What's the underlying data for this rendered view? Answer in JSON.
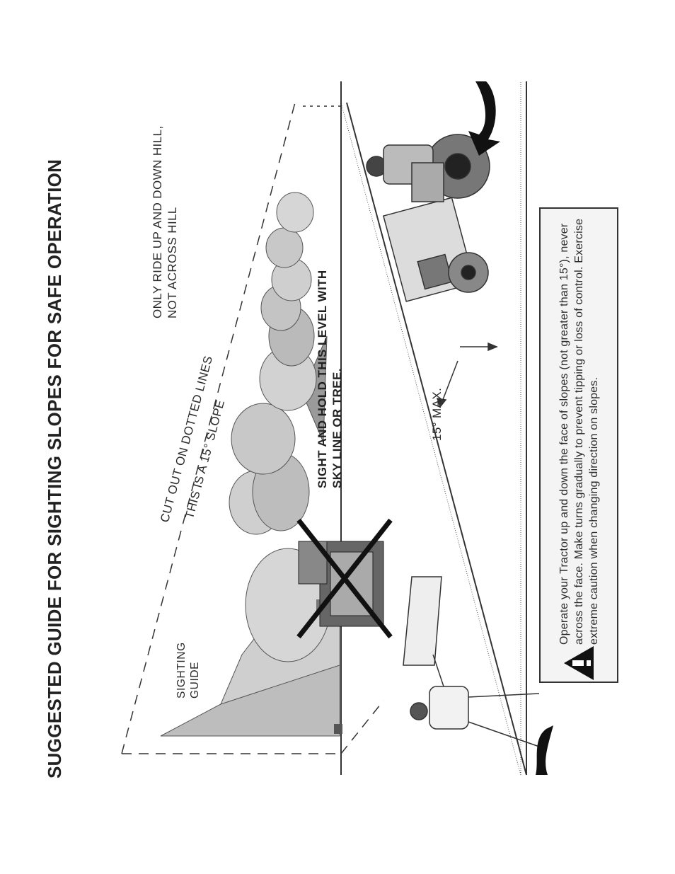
{
  "title": "SUGGESTED GUIDE FOR SIGHTING SLOPES FOR SAFE OPERATION",
  "labels": {
    "ride_line1": "ONLY RIDE UP AND DOWN HILL,",
    "ride_line2": "NOT ACROSS HILL",
    "cut_out": "CUT OUT ON DOTTED LINES",
    "slope": "THIS IS A 15° SLOPE",
    "sight_line1": "SIGHT AND HOLD THIS LEVEL WITH",
    "sight_line2": "SKY LINE OR TREE.",
    "max_angle": "15° MAX.",
    "sighting_line1": "SIGHTING",
    "sighting_line2": "GUIDE"
  },
  "warning": {
    "text": "Operate your Tractor up and down the face of slopes (not greater than 15°), never across the face. Make turns gradually to prevent tipping or loss of control. Exercise extreme caution when changing direction on slopes."
  },
  "colors": {
    "ink": "#2a2a2a",
    "panel": "#f4f4f4"
  }
}
